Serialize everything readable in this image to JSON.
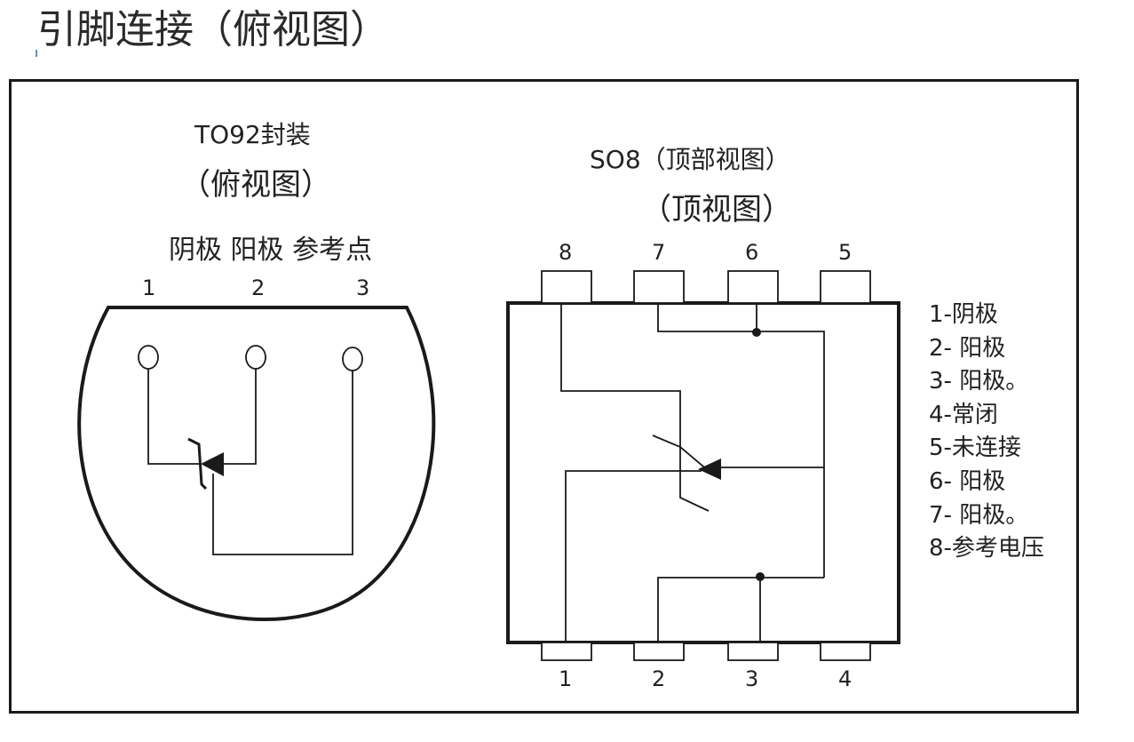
{
  "title": "引脚连接（俯视图）",
  "to92": {
    "package_title": "TO92封装",
    "view_label": "（俯视图）",
    "pin_functions": "阴极 阳极 参考点",
    "pins": [
      "1",
      "2",
      "3"
    ]
  },
  "so8": {
    "package_title": "SO8（顶部视图）",
    "view_label": "（顶视图）",
    "top_pins": [
      "8",
      "7",
      "6",
      "5"
    ],
    "bottom_pins": [
      "1",
      "2",
      "3",
      "4"
    ]
  },
  "legend": [
    "1-阴极",
    "2- 阳极",
    "3- 阳极。",
    "4-常闭",
    "5-未连接",
    "6- 阳极",
    "7- 阳极。",
    "8-参考电压"
  ]
}
